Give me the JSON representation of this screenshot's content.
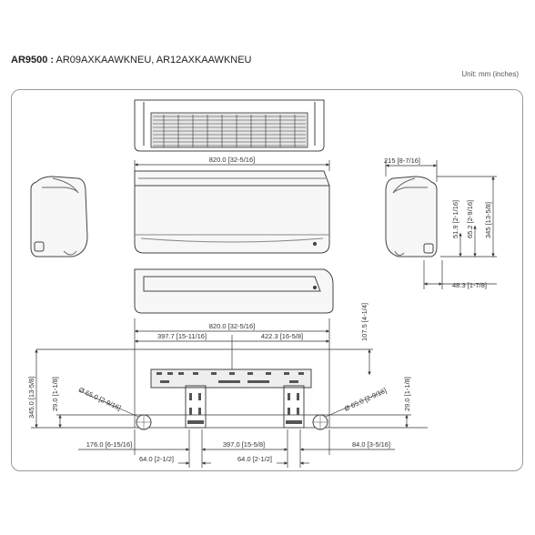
{
  "title": {
    "model": "AR9500 :",
    "codes": " AR09AXKAAWKNEU, AR12AXKAAWKNEU"
  },
  "unit": "Unit: mm (inches)",
  "dims": {
    "width_top": "820.0 [32-5/16]",
    "depth": "215 [8-7/16]",
    "h_519": "51.9 [2-1/16]",
    "h_652": "65.2 [2-9/16]",
    "h_345_side": "345 [13-5/8]",
    "side_483": "48.3 [1-7/8]",
    "width_plate": "820.0 [32-5/16]",
    "left_3977": "397.7 [15-11/16]",
    "right_4223": "422.3 [16-5/8]",
    "h_1075": "107.5 [4-1/4]",
    "h_345_plate": "345.0 [13-5/8]",
    "h_290_left": "29.0 [1-1/8]",
    "h_290_right": "29.0 [1-1/8]",
    "hole_left": "Ø 65.0 [2-9/16]",
    "hole_right": "Ø 65.0 [2-9/16]",
    "bottom_176": "176.0 [6-15/16]",
    "bottom_397": "397.0 [15-5/8]",
    "bottom_84": "84.0 [3-5/16]",
    "bottom_64_left": "64.0 [2-1/2]",
    "bottom_64_right": "64.0 [2-1/2]"
  }
}
